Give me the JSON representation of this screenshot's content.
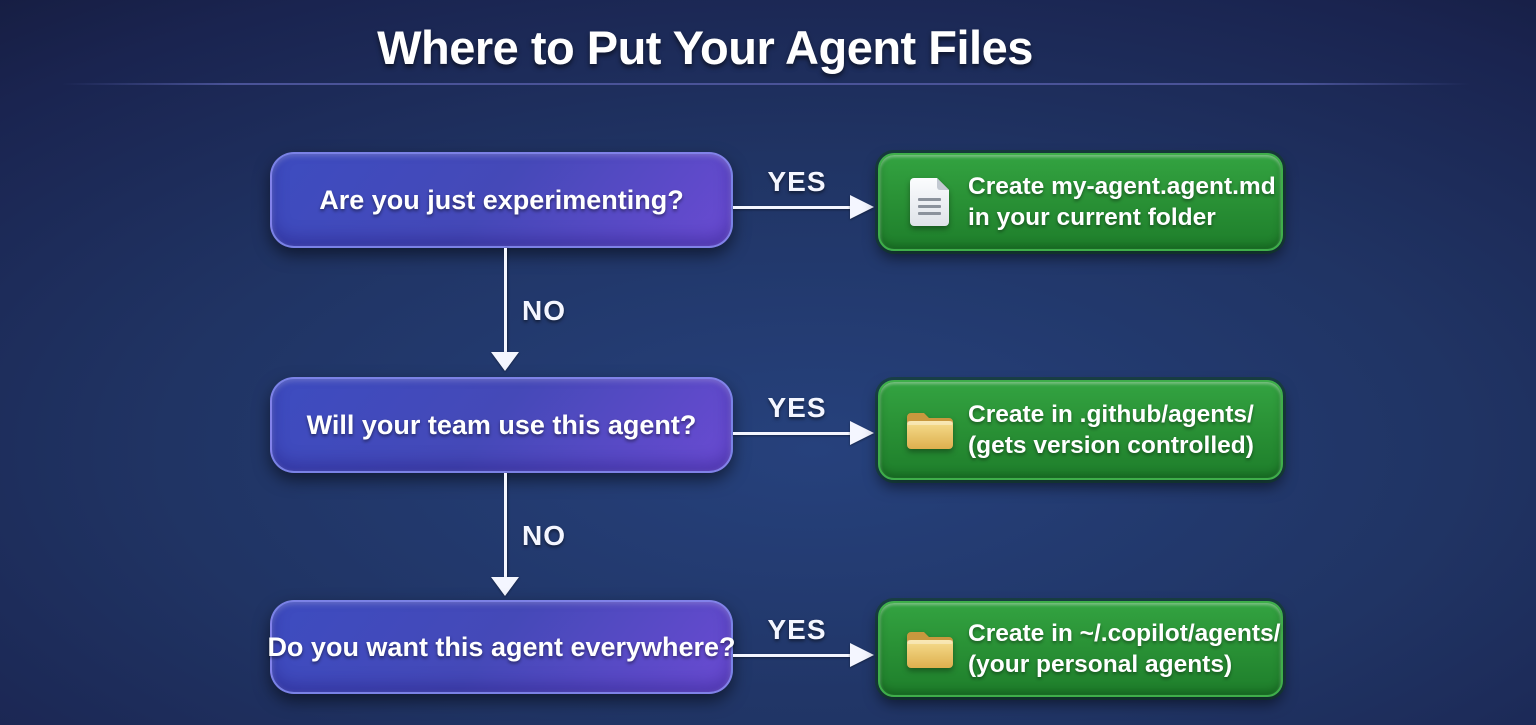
{
  "title": "Where to Put Your Agent Files",
  "rows": [
    {
      "question": "Are you just experimenting?",
      "yes": "YES",
      "no": "NO",
      "icon": "document-icon",
      "result_line1": "Create my-agent.agent.md",
      "result_line2": "in your current folder"
    },
    {
      "question": "Will your team use this agent?",
      "yes": "YES",
      "no": "NO",
      "icon": "folder-icon",
      "result_line1": "Create in .github/agents/",
      "result_line2": "(gets version controlled)"
    },
    {
      "question": "Do you want this agent everywhere?",
      "yes": "YES",
      "icon": "folder-icon",
      "result_line1": "Create in ~/.copilot/agents/",
      "result_line2": "(your personal agents)"
    }
  ],
  "colors": {
    "background_center": "#26417c",
    "background_edge": "#0c0e24",
    "question_box_gradient_start": "#3d4cc0",
    "question_box_gradient_end": "#6a4bd2",
    "question_box_border": "#8a90f0",
    "result_box_gradient_start": "#33a341",
    "result_box_gradient_end": "#1e7e2b",
    "result_box_border": "#3fae4a",
    "arrow": "#f4f6ff",
    "title_rule": "#4a5398",
    "folder_icon_fill": "#e9c468",
    "document_icon_fill": "#f2f4f7"
  }
}
